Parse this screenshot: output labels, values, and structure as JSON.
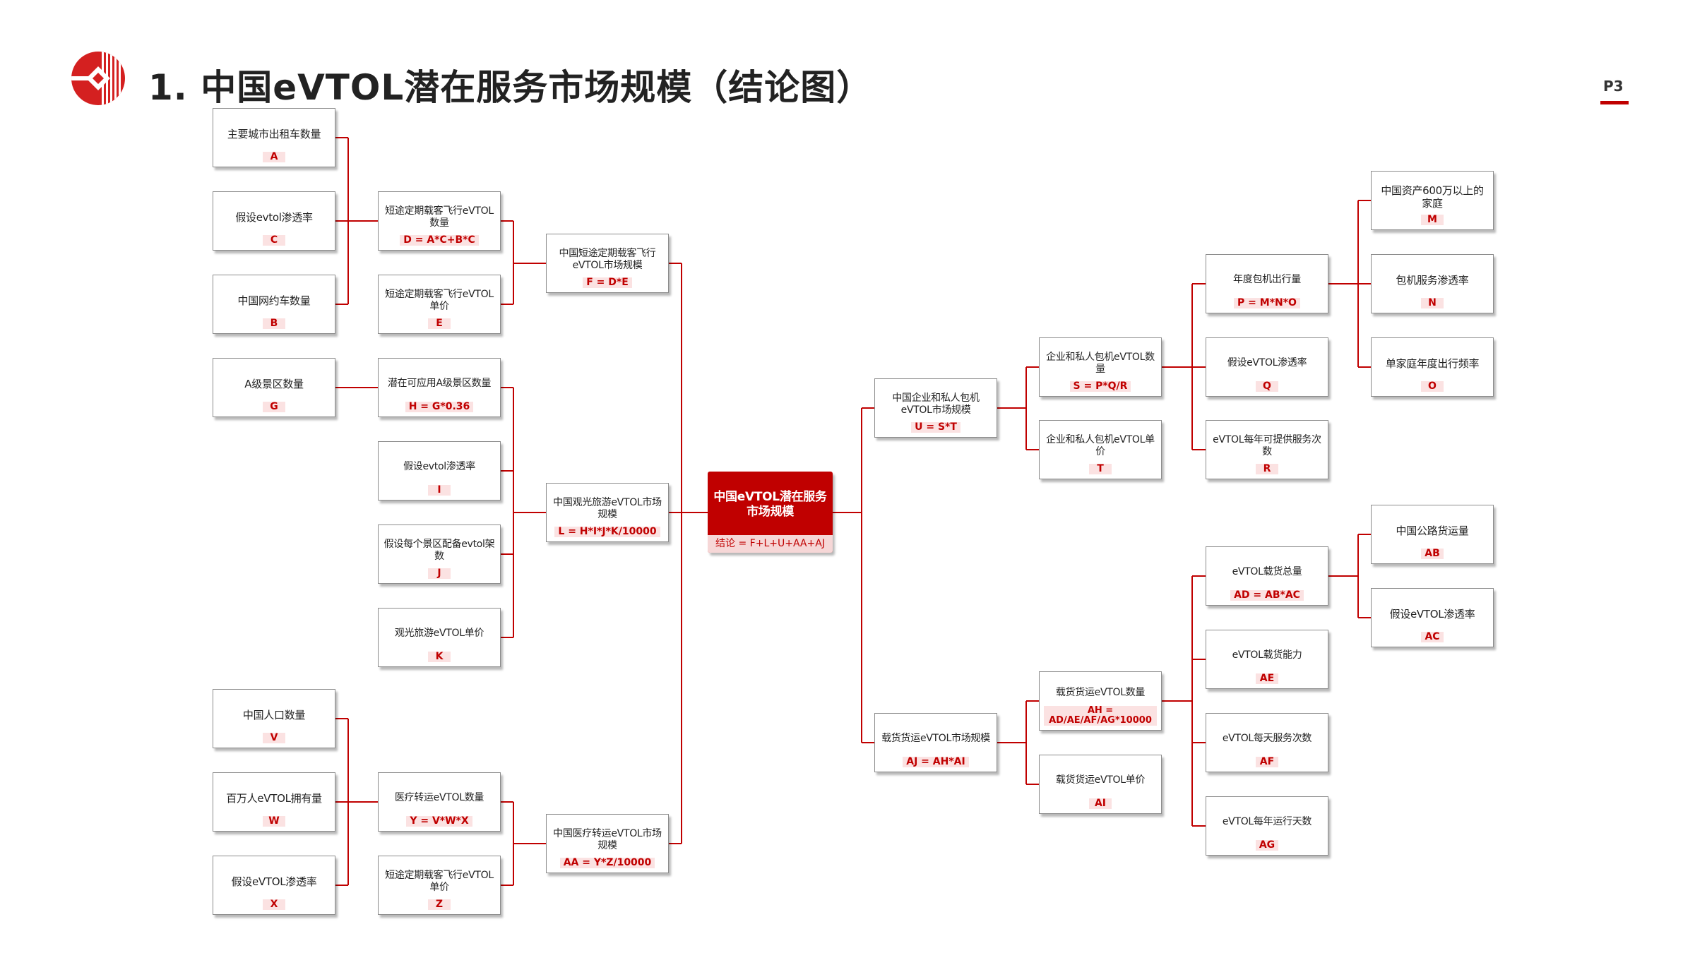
{
  "header": {
    "title": "1.  中国eVTOL潜在服务市场规模（结论图）",
    "page_number": "P3",
    "brand_color": "#c00000"
  },
  "nodes": [
    {
      "id": "root",
      "label": "中国eVTOL潜在服务市场规模",
      "formula": "结论 = F+L+U+AA+AJ"
    },
    {
      "id": "F",
      "label": "中国短途定期载客飞行eVTOL市场规模",
      "formula": "F = D*E"
    },
    {
      "id": "L",
      "label": "中国观光旅游eVTOL市场规模",
      "formula": "L = H*I*J*K/10000"
    },
    {
      "id": "AA",
      "label": "中国医疗转运eVTOL市场规模",
      "formula": "AA = Y*Z/10000"
    },
    {
      "id": "U",
      "label": "中国企业和私人包机eVTOL市场规模",
      "formula": "U = S*T"
    },
    {
      "id": "AJ",
      "label": "载货货运eVTOL市场规模",
      "formula": "AJ = AH*AI"
    },
    {
      "id": "D",
      "label": "短途定期载客飞行eVTOL数量",
      "formula": "D = A*C+B*C"
    },
    {
      "id": "E",
      "label": "短途定期载客飞行eVTOL单价",
      "formula": "E"
    },
    {
      "id": "H",
      "label": "潜在可应用A级景区数量",
      "formula": "H = G*0.36"
    },
    {
      "id": "I",
      "label": "假设evtol渗透率",
      "formula": "I"
    },
    {
      "id": "J",
      "label": "假设每个景区配备evtol架数",
      "formula": "J"
    },
    {
      "id": "K",
      "label": "观光旅游eVTOL单价",
      "formula": "K"
    },
    {
      "id": "Y",
      "label": "医疗转运eVTOL数量",
      "formula": "Y = V*W*X"
    },
    {
      "id": "Z",
      "label": "短途定期载客飞行eVTOL单价",
      "formula": "Z"
    },
    {
      "id": "A",
      "label": "主要城市出租车数量",
      "formula": "A"
    },
    {
      "id": "C",
      "label": "假设evtol渗透率",
      "formula": "C"
    },
    {
      "id": "B",
      "label": "中国网约车数量",
      "formula": "B"
    },
    {
      "id": "G",
      "label": "A级景区数量",
      "formula": "G"
    },
    {
      "id": "V",
      "label": "中国人口数量",
      "formula": "V"
    },
    {
      "id": "W",
      "label": "百万人eVTOL拥有量",
      "formula": "W"
    },
    {
      "id": "X",
      "label": "假设eVTOL渗透率",
      "formula": "X"
    },
    {
      "id": "S",
      "label": "企业和私人包机eVTOL数量",
      "formula": "S = P*Q/R"
    },
    {
      "id": "T",
      "label": "企业和私人包机eVTOL单价",
      "formula": "T"
    },
    {
      "id": "AH",
      "label": "载货货运eVTOL数量",
      "formula": "AH = AD/AE/AF/AG*10000"
    },
    {
      "id": "AI",
      "label": "载货货运eVTOL单价",
      "formula": "AI"
    },
    {
      "id": "P",
      "label": "年度包机出行量",
      "formula": "P = M*N*O"
    },
    {
      "id": "Q",
      "label": "假设eVTOL渗透率",
      "formula": "Q"
    },
    {
      "id": "R",
      "label": "eVTOL每年可提供服务次数",
      "formula": "R"
    },
    {
      "id": "AD",
      "label": "eVTOL载货总量",
      "formula": "AD = AB*AC"
    },
    {
      "id": "AE",
      "label": "eVTOL载货能力",
      "formula": "AE"
    },
    {
      "id": "AF",
      "label": "eVTOL每天服务次数",
      "formula": "AF"
    },
    {
      "id": "AG",
      "label": "eVTOL每年运行天数",
      "formula": "AG"
    },
    {
      "id": "M",
      "label": "中国资产600万以上的家庭",
      "formula": "M"
    },
    {
      "id": "N",
      "label": "包机服务渗透率",
      "formula": "N"
    },
    {
      "id": "O",
      "label": "单家庭年度出行频率",
      "formula": "O"
    },
    {
      "id": "AB",
      "label": "中国公路货运量",
      "formula": "AB"
    },
    {
      "id": "AC",
      "label": "假设eVTOL渗透率",
      "formula": "AC"
    }
  ]
}
